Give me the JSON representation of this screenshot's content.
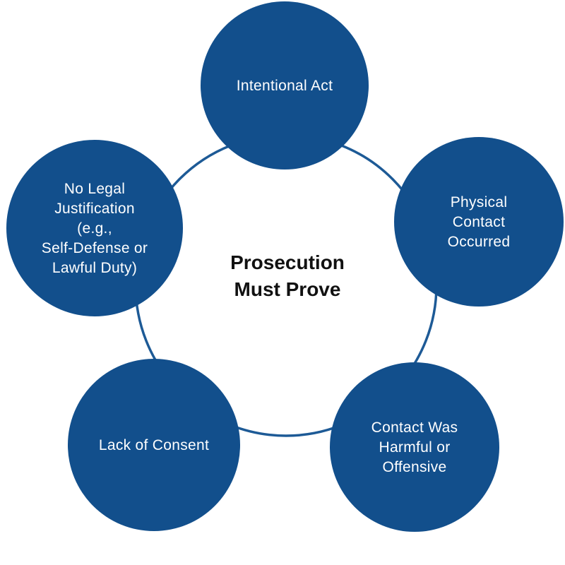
{
  "colors": {
    "node_fill": "#124f8c",
    "ring_stroke": "#1d5a96",
    "node_text": "#ffffff",
    "center_text": "#111111",
    "background": "#ffffff"
  },
  "center": {
    "lines": [
      "Prosecution",
      "Must Prove"
    ]
  },
  "nodes": [
    {
      "id": "intentional-act",
      "lines": [
        "Intentional Act"
      ]
    },
    {
      "id": "physical-contact",
      "lines": [
        "Physical",
        "Contact",
        "Occurred"
      ]
    },
    {
      "id": "harmful-offensive",
      "lines": [
        "Contact Was",
        "Harmful or",
        "Offensive"
      ]
    },
    {
      "id": "lack-of-consent",
      "lines": [
        "Lack of Consent"
      ]
    },
    {
      "id": "no-legal-justification",
      "lines": [
        "No Legal",
        "Justification",
        "(e.g.,",
        "Self-Defense or",
        "Lawful Duty)"
      ]
    }
  ]
}
